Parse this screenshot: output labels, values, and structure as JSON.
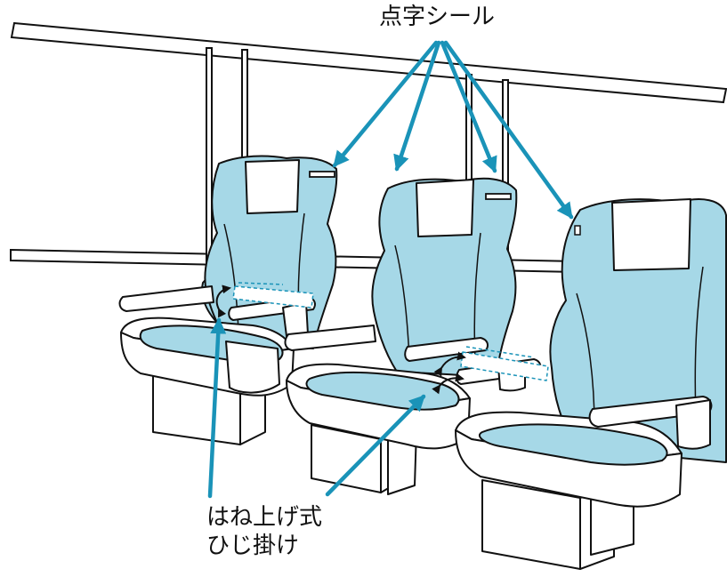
{
  "labels": {
    "braille_sticker": "点字シール",
    "armrest_line1": "はね上げ式",
    "armrest_line2": "ひじ掛け"
  },
  "colors": {
    "seat_fill": "#a6d8e7",
    "arrow": "#1a93b8",
    "outline": "#111111",
    "background": "#ffffff"
  },
  "icons": {
    "braille_sticker": "braille-sticker-icon",
    "lift_motion": "curved-double-arrow-icon"
  }
}
